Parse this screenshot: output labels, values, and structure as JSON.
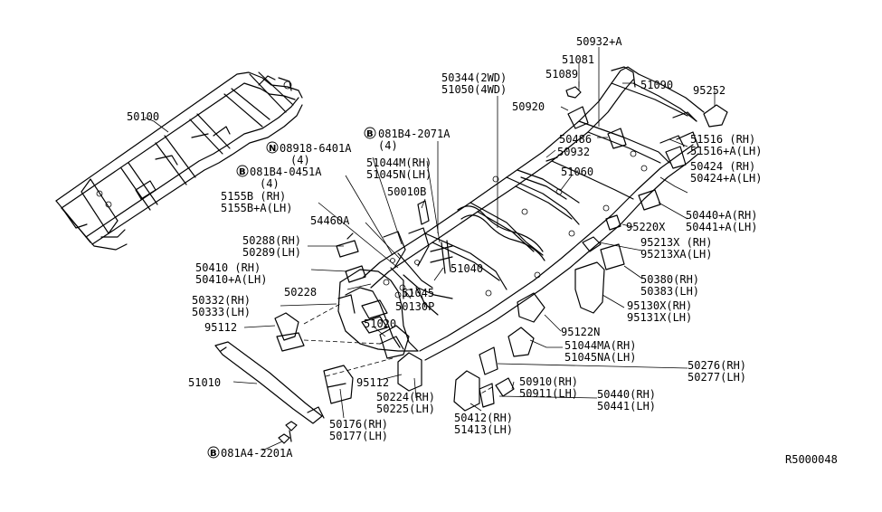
{
  "diagram_id": "R5000048",
  "labels": {
    "l50932A": "50932+A",
    "l51081": "51081",
    "l51089": "51089",
    "l51090": "51090",
    "l95252": "95252",
    "l50344": "50344(2WD)",
    "l51050": "51050(4WD)",
    "l50920": "50920",
    "l50486": "50486",
    "l50932": "50932",
    "l51516": "51516  (RH)",
    "l51516A": "51516+A(LH)",
    "l50424": "50424  (RH)",
    "l50424A": "50424+A(LH)",
    "l51060": "51060",
    "l50440A": "50440+A(RH)",
    "l50441A": "50441+A(LH)",
    "l95220X": "95220X",
    "l95213X": "95213X (RH)",
    "l95213XA": "95213XA(LH)",
    "l50380": "50380(RH)",
    "l50383": "50383(LH)",
    "l95130X": "95130X(RH)",
    "l95131X": "95131X(LH)",
    "l95122N": "95122N",
    "l51044MA": "51044MA(RH)",
    "l51045NA": "51045NA(LH)",
    "l50276": "50276(RH)",
    "l50277": "50277(LH)",
    "l50910": "50910(RH)",
    "l50911": "50911(LH)",
    "l50440": "50440(RH)",
    "l50441": "50441(LH)",
    "l50412": "50412(RH)",
    "l51413": "51413(LH)",
    "l50100": "50100",
    "lB081B4_2071A": "081B4-2071A",
    "lB2071A_qty": "(4)",
    "lN08918": "08918-6401A",
    "lN_qty": "(4)",
    "lB081B4_0451A": "081B4-0451A",
    "lB0451A_qty": "(4)",
    "l51044M": "51044M(RH)",
    "l51045N": "51045N(LH)",
    "l5155B": "5155B  (RH)",
    "l5155BA": "5155B+A(LH)",
    "l50010B": "50010B",
    "l54460A": "54460A",
    "l50288": "50288(RH)",
    "l50289": "50289(LH)",
    "l51040": "51040",
    "l50410": "50410  (RH)",
    "l50410A": "50410+A(LH)",
    "l50228": "50228",
    "l51045": "51045",
    "l50130P": "50130P",
    "l50332": "50332(RH)",
    "l50333": "50333(LH)",
    "l95112a": "95112",
    "l51020": "51020",
    "l51010": "51010",
    "l95112b": "95112",
    "l50224": "50224(RH)",
    "l50225": "50225(LH)",
    "l50176": "50176(RH)",
    "l50177": "50177(LH)",
    "lB081A4_2201A": "081A4-2201A",
    "circle_B": "B",
    "circle_N": "N"
  }
}
